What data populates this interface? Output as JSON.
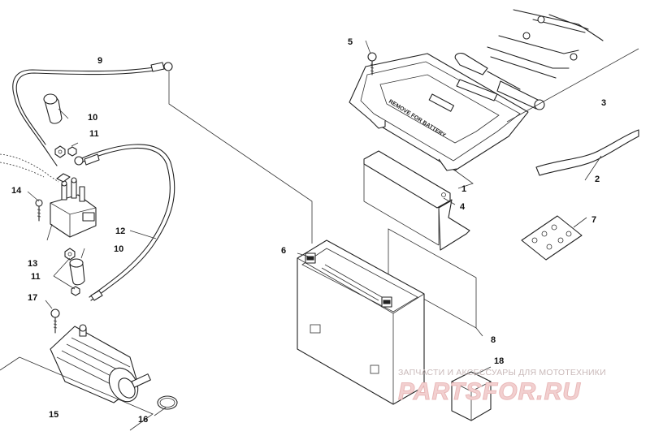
{
  "callouts": {
    "c1": "1",
    "c2": "2",
    "c3": "3",
    "c4": "4",
    "c5": "5",
    "c6": "6",
    "c7": "7",
    "c8": "8",
    "c9": "9",
    "c10a": "10",
    "c10b": "10",
    "c11a": "11",
    "c11b": "11",
    "c12": "12",
    "c13": "13",
    "c14": "14",
    "c15": "15",
    "c16": "16",
    "c17": "17",
    "c18": "18"
  },
  "tray_text": "REMOVE FOR BATTERY",
  "watermark": {
    "subtitle": "ЗАПЧАСТИ И АКСЕССУАРЫ ДЛЯ МОТОТЕХНИКИ",
    "brand": "PARTSFOR.RU"
  }
}
